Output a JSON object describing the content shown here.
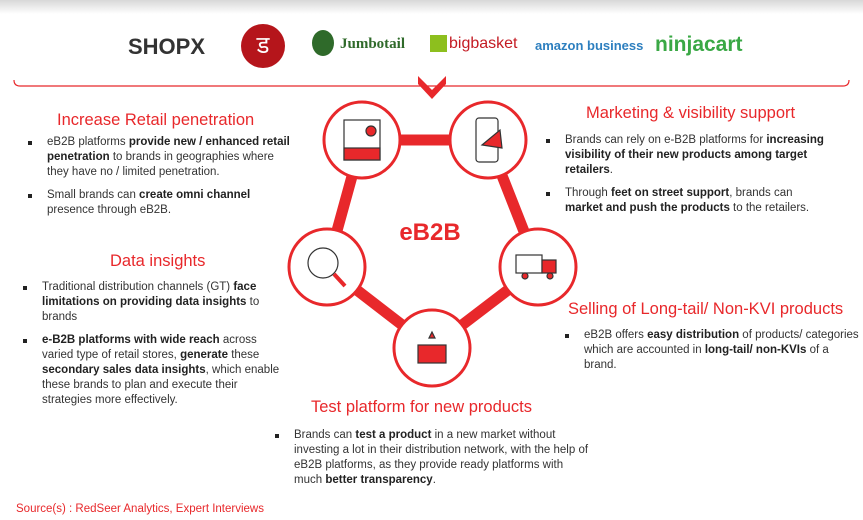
{
  "logos": [
    "SHOPX",
    "Udaan",
    "Jumbotail",
    "bigbasket",
    "amazon business",
    "ninjacart"
  ],
  "center": "eB2B",
  "colors": {
    "accent": "#e8282b"
  },
  "sections": {
    "retail": {
      "title": "Increase Retail penetration",
      "b1": [
        "eB2B platforms ",
        "provide new / enhanced retail penetration",
        " to brands in geographies where they have no / limited penetration."
      ],
      "b2": [
        "Small brands can ",
        "create omni channel",
        " presence through eB2B."
      ]
    },
    "data": {
      "title": "Data insights",
      "b1": [
        "Traditional distribution channels  (GT) ",
        "face limitations on providing data insights",
        " to brands"
      ],
      "b2": [
        "e-B2B platforms with wide reach",
        " across varied type of retail stores, ",
        "generate",
        " these ",
        "secondary sales data insights",
        ", which enable these brands to plan and execute their strategies more effectively."
      ]
    },
    "marketing": {
      "title": "Marketing & visibility support",
      "b1": [
        "Brands can rely on e-B2B platforms for ",
        "increasing visibility of their new products among target retailers",
        "."
      ],
      "b2": [
        "Through ",
        "feet on street support",
        ", brands can ",
        "market and push the products",
        " to the retailers."
      ]
    },
    "longtail": {
      "title": "Selling of Long-tail/ Non-KVI products",
      "b1": [
        "eB2B offers ",
        "easy distribution",
        " of products/ categories which are accounted in ",
        "long-tail/ non-KVIs",
        " of a brand."
      ]
    },
    "test": {
      "title": "Test platform for new products",
      "b1": [
        "Brands can ",
        "test a product",
        " in a new market without investing a lot in their distribution network, with the help of eB2B platforms, as they provide ready platforms with much ",
        "better transparency",
        "."
      ]
    }
  },
  "source": "Source(s) : RedSeer Analytics, Expert Interviews"
}
